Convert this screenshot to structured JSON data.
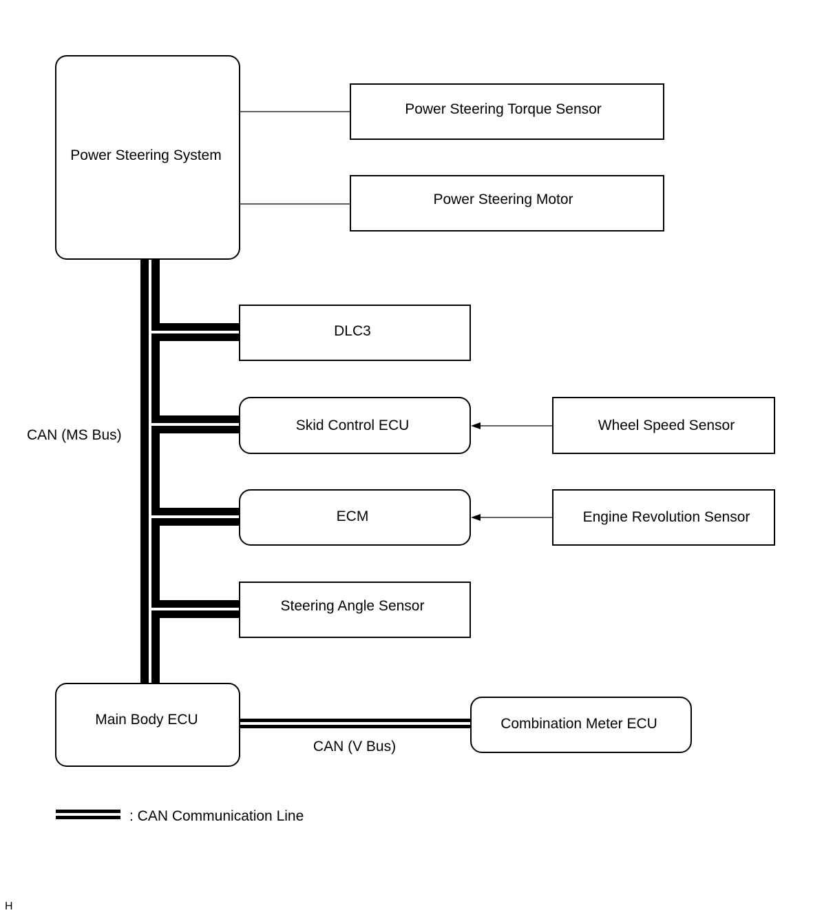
{
  "nodes": {
    "power_steering_system": "Power Steering System",
    "torque_sensor": "Power Steering Torque Sensor",
    "motor": "Power Steering Motor",
    "dlc3": "DLC3",
    "skid_control_ecu": "Skid Control ECU",
    "wheel_speed_sensor": "Wheel Speed Sensor",
    "ecm": "ECM",
    "engine_revolution_sensor": "Engine Revolution Sensor",
    "steering_angle_sensor": "Steering Angle Sensor",
    "main_body_ecu": "Main Body ECU",
    "combination_meter_ecu": "Combination Meter ECU"
  },
  "bus_labels": {
    "ms_bus": "CAN (MS Bus)",
    "v_bus": "CAN (V Bus)"
  },
  "legend": {
    "can_line": ": CAN Communication Line"
  },
  "footer": {
    "mark": "H"
  },
  "colors": {
    "line": "#000000",
    "background": "#ffffff"
  }
}
